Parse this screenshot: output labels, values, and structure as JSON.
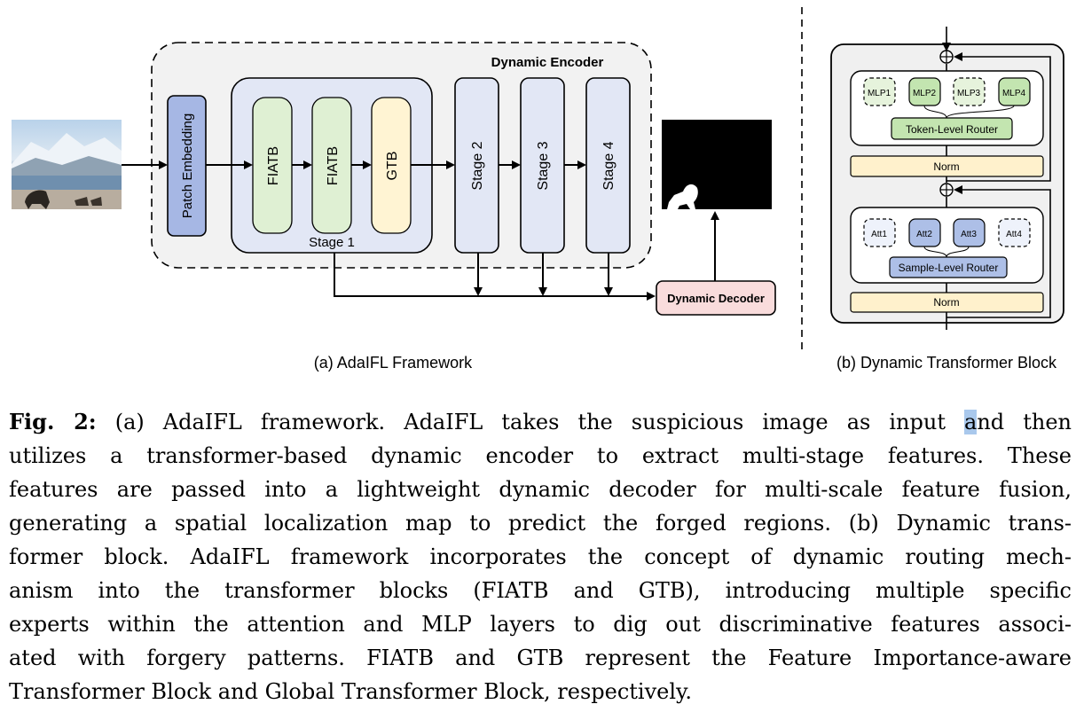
{
  "framework": {
    "encoder_title": "Dynamic Encoder",
    "patch_embedding": "Patch Embedding",
    "stage1_blocks": [
      "FIATB",
      "FIATB",
      "GTB"
    ],
    "stage1_label": "Stage 1",
    "stages": [
      "Stage 2",
      "Stage 3",
      "Stage 4"
    ],
    "decoder": "Dynamic Decoder",
    "caption": "(a) AdaIFL Framework"
  },
  "block": {
    "mlp_experts": [
      "MLP1",
      "MLP2",
      "MLP3",
      "MLP4"
    ],
    "token_router": "Token-Level Router",
    "norm_top": "Norm",
    "att_experts": [
      "Att1",
      "Att2",
      "Att3",
      "Att4"
    ],
    "sample_router": "Sample-Level Router",
    "norm_bottom": "Norm",
    "caption": "(b) Dynamic Transformer Block"
  },
  "colors": {
    "patch": "#a6b7e4",
    "fiatb": "#dff0d3",
    "gtb": "#fff4d3",
    "stage": "#e2e7f5",
    "decoder": "#f9dcdc",
    "norm": "#fff1cc",
    "router_token": "#c3e5b0",
    "router_sample": "#adbfe7"
  },
  "caption": {
    "label": "Fig. 2:",
    "lines": [
      "(a) AdaIFL framework. AdaIFL takes the suspicious image as input ",
      "utilizes a transformer-based dynamic encoder to extract multi-stage features. These",
      "features are passed into a lightweight dynamic decoder for multi-scale feature fusion,",
      "generating a spatial localization map to predict the forged regions. (b) Dynamic trans-",
      "former block. AdaIFL framework incorporates the concept of dynamic routing mech-",
      "anism into the transformer blocks (FIATB and GTB), introducing multiple specific",
      "experts within the attention and MLP layers to dig out discriminative features associ-",
      "ated with forgery patterns. FIATB and GTB represent the Feature Importance-aware",
      "Transformer Block and Global Transformer Block, respectively."
    ],
    "highlight_char": "a",
    "line1_tail": "nd then"
  }
}
